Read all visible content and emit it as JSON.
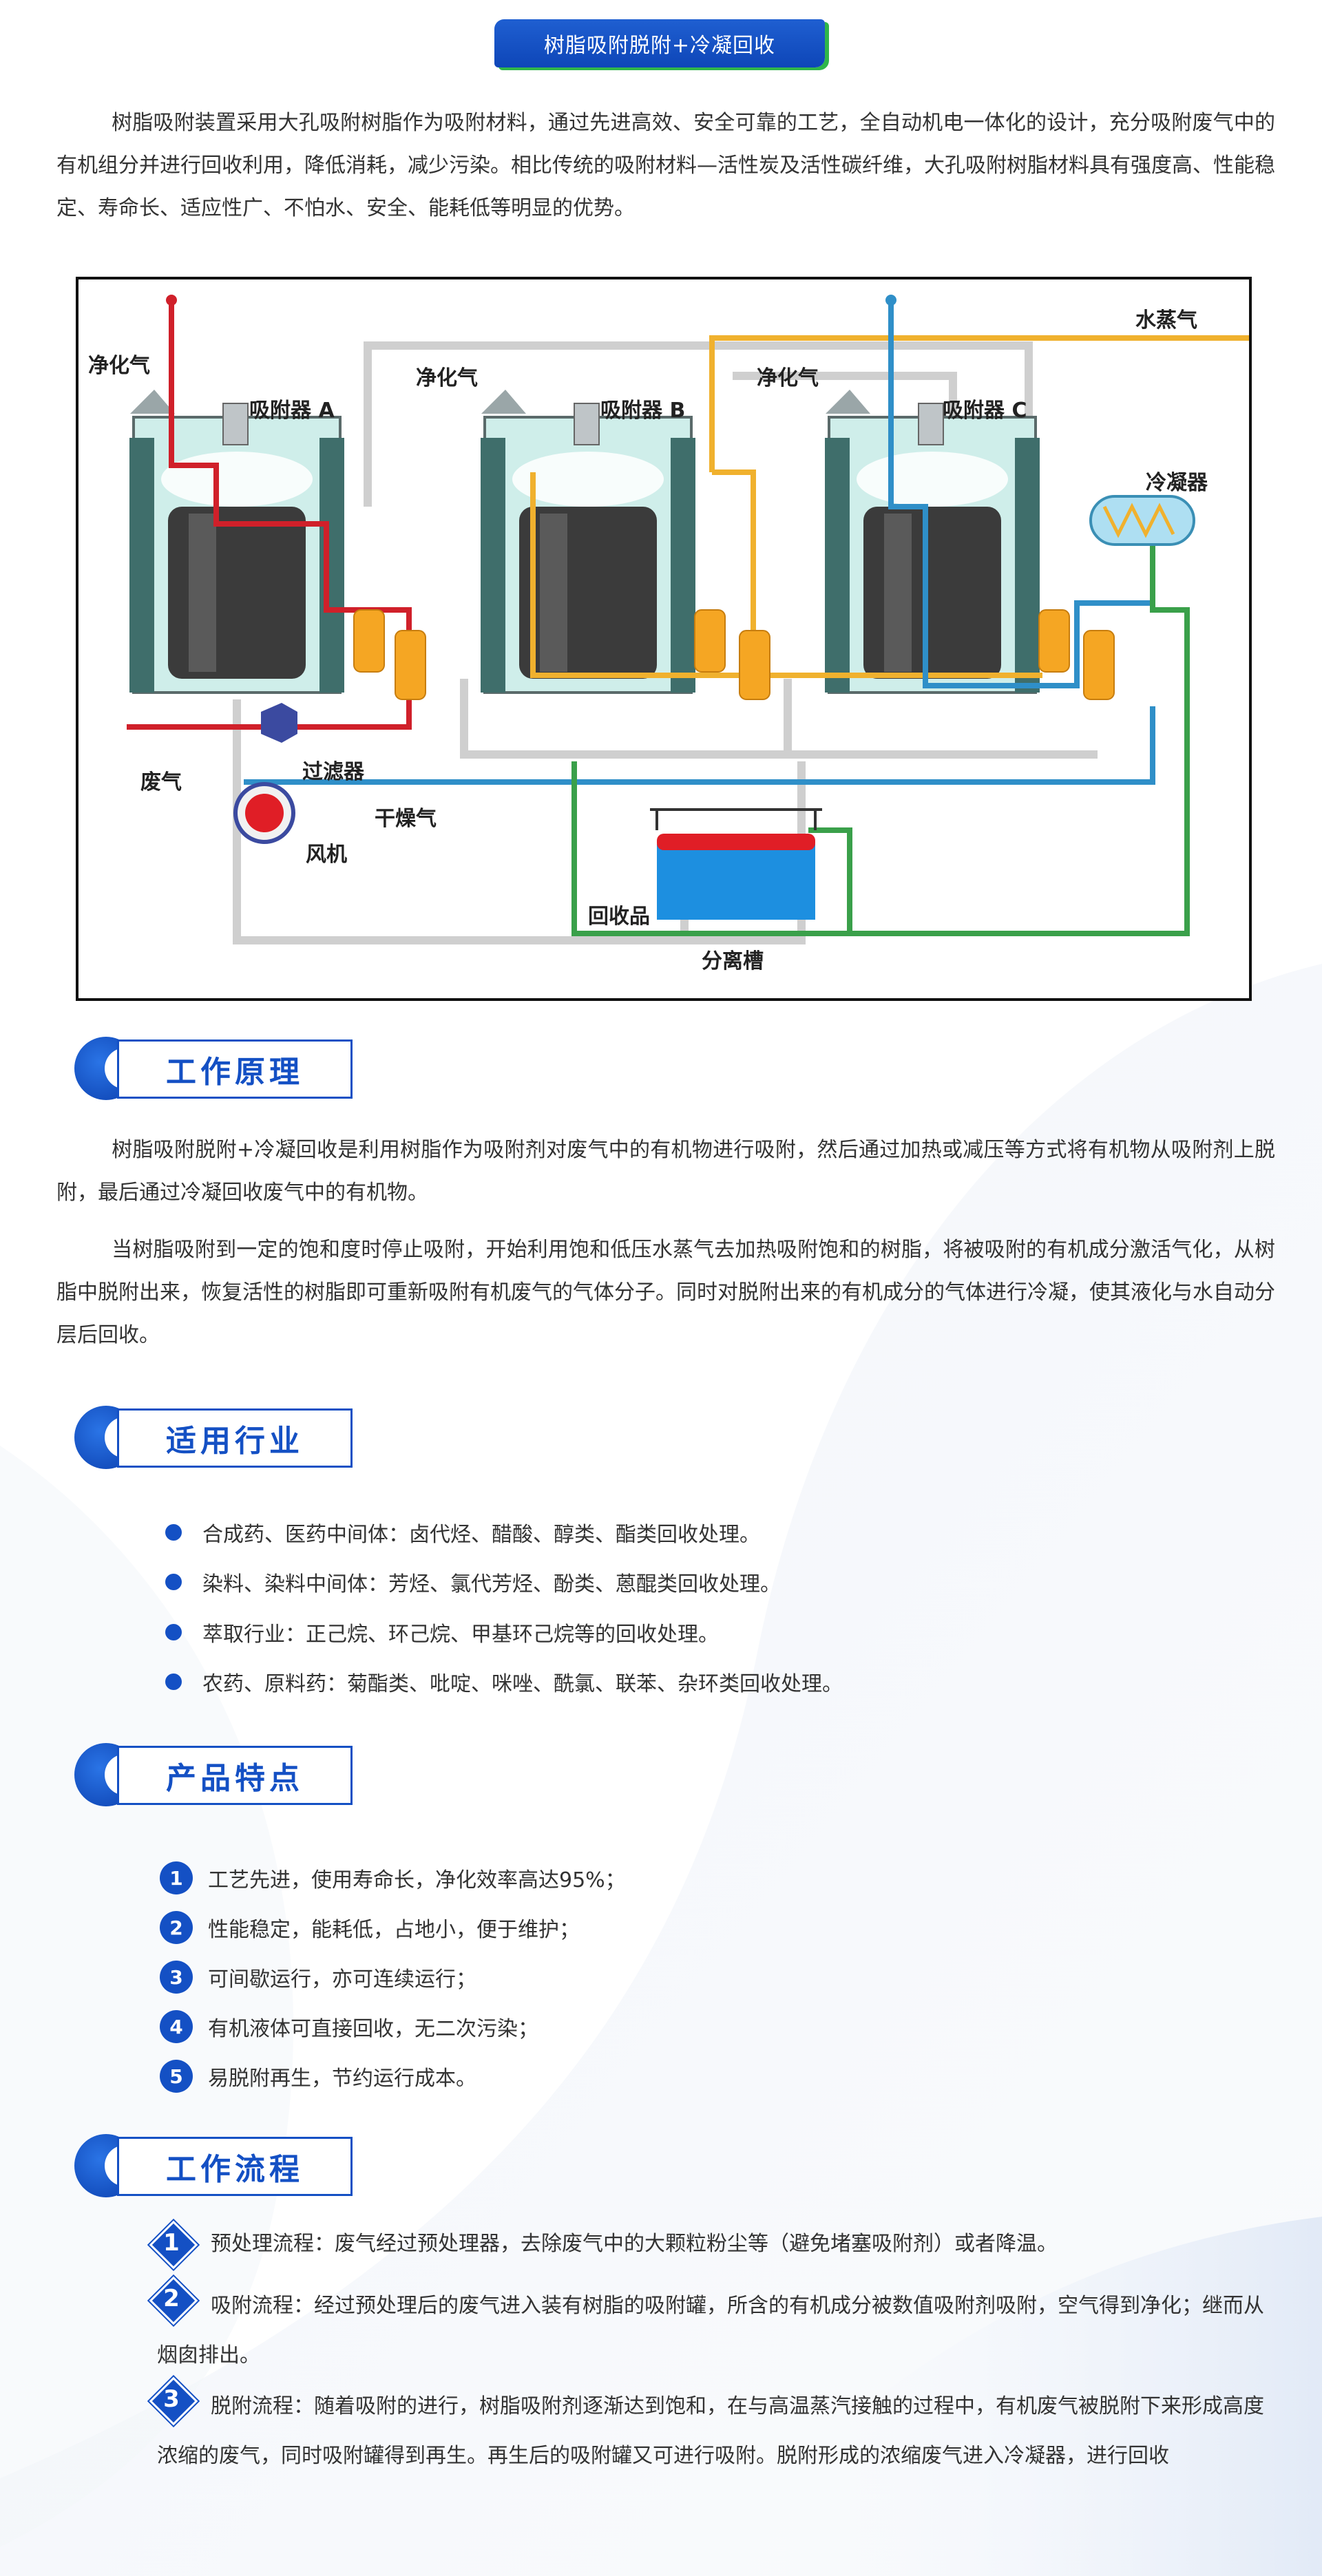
{
  "title": "树脂吸附脱附+冷凝回收",
  "intro": "树脂吸附装置采用大孔吸附树脂作为吸附材料，通过先进高效、安全可靠的工艺，全自动机电一体化的设计，充分吸附废气中的有机组分并进行回收利用，降低消耗，减少污染。相比传统的吸附材料—活性炭及活性碳纤维，大孔吸附树脂材料具有强度高、性能稳定、寿命长、适应性广、不怕水、安全、能耗低等明显的优势。",
  "diagram": {
    "labels": {
      "clean_gas_a": "净化气",
      "clean_gas_b": "净化气",
      "clean_gas_c": "净化气",
      "adsorber_a": "吸附器 A",
      "adsorber_b": "吸附器 B",
      "adsorber_c": "吸附器 C",
      "steam": "水蒸气",
      "condenser": "冷凝器",
      "exhaust": "废气",
      "filter": "过滤器",
      "dry_gas": "干燥气",
      "fan": "风机",
      "recovered": "回收品",
      "separator": "分离槽"
    },
    "colors": {
      "red": "#d0202a",
      "orange": "#f0b12e",
      "blue": "#2f8fc8",
      "green": "#3aa04a",
      "gray": "#c9c9c9",
      "tank": "#cfeeea"
    }
  },
  "sections": {
    "principle": {
      "title": "工作原理",
      "p1": "树脂吸附脱附+冷凝回收是利用树脂作为吸附剂对废气中的有机物进行吸附，然后通过加热或减压等方式将有机物从吸附剂上脱附，最后通过冷凝回收废气中的有机物。",
      "p2": "当树脂吸附到一定的饱和度时停止吸附，开始利用饱和低压水蒸气去加热吸附饱和的树脂，将被吸附的有机成分激活气化，从树脂中脱附出来，恢复活性的树脂即可重新吸附有机废气的气体分子。同时对脱附出来的有机成分的气体进行冷凝，使其液化与水自动分层后回收。"
    },
    "industry": {
      "title": "适用行业",
      "items": [
        "合成药、医药中间体：卤代烃、醋酸、醇类、酯类回收处理。",
        "染料、染料中间体：芳烃、氯代芳烃、酚类、蒽醌类回收处理。",
        "萃取行业：正己烷、环己烷、甲基环己烷等的回收处理。",
        "农药、原料药：菊酯类、吡啶、咪唑、酰氯、联苯、杂环类回收处理。"
      ]
    },
    "features": {
      "title": "产品特点",
      "items": [
        {
          "n": "1",
          "text": "工艺先进，使用寿命长，净化效率高达95%；"
        },
        {
          "n": "2",
          "text": "性能稳定，能耗低，占地小，便于维护；"
        },
        {
          "n": "3",
          "text": "可间歇运行，亦可连续运行；"
        },
        {
          "n": "4",
          "text": "有机液体可直接回收，无二次污染；"
        },
        {
          "n": "5",
          "text": "易脱附再生，节约运行成本。"
        }
      ]
    },
    "process": {
      "title": "工作流程",
      "steps": [
        {
          "n": "1",
          "text": "预处理流程：废气经过预处理器，去除废气中的大颗粒粉尘等（避免堵塞吸附剂）或者降温。"
        },
        {
          "n": "2",
          "text": "吸附流程：经过预处理后的废气进入装有树脂的吸附罐，所含的有机成分被数值吸附剂吸附，空气得到净化；继而从烟囱排出。"
        },
        {
          "n": "3",
          "text": "脱附流程：随着吸附的进行，树脂吸附剂逐渐达到饱和，在与高温蒸汽接触的过程中，有机废气被脱附下来形成高度浓缩的废气，同时吸附罐得到再生。再生后的吸附罐又可进行吸附。脱附形成的浓缩废气进入冷凝器，进行回收"
        }
      ]
    }
  }
}
